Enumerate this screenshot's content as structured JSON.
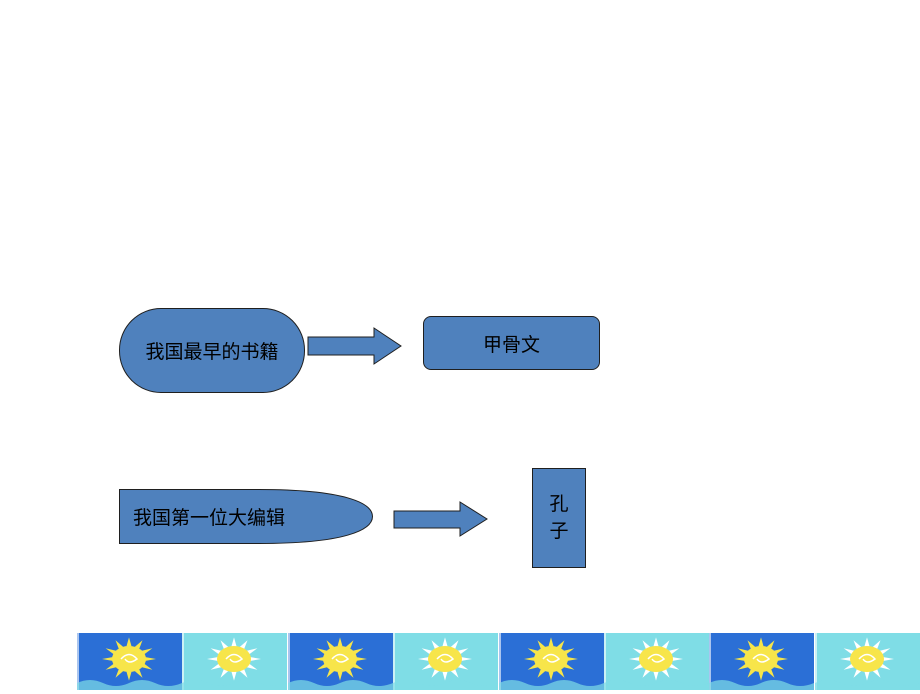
{
  "diagram": {
    "node_a": {
      "text": "我国最早的书籍"
    },
    "node_b": {
      "text": "甲骨文"
    },
    "node_c": {
      "text": "我国第一位大编辑"
    },
    "node_d": {
      "text": "孔子"
    },
    "edges": [
      {
        "from": "node_a",
        "to": "node_b"
      },
      {
        "from": "node_c",
        "to": "node_d"
      }
    ]
  },
  "colors": {
    "node_fill": "#4f81bd",
    "node_border": "#1f1f1f",
    "tile_blue": "#2b6fd6",
    "tile_cyan": "#7fdde6",
    "sun_yellow": "#f7e54a"
  },
  "footer": {
    "tile_icon": "sun-icon",
    "tile_count": 8
  }
}
